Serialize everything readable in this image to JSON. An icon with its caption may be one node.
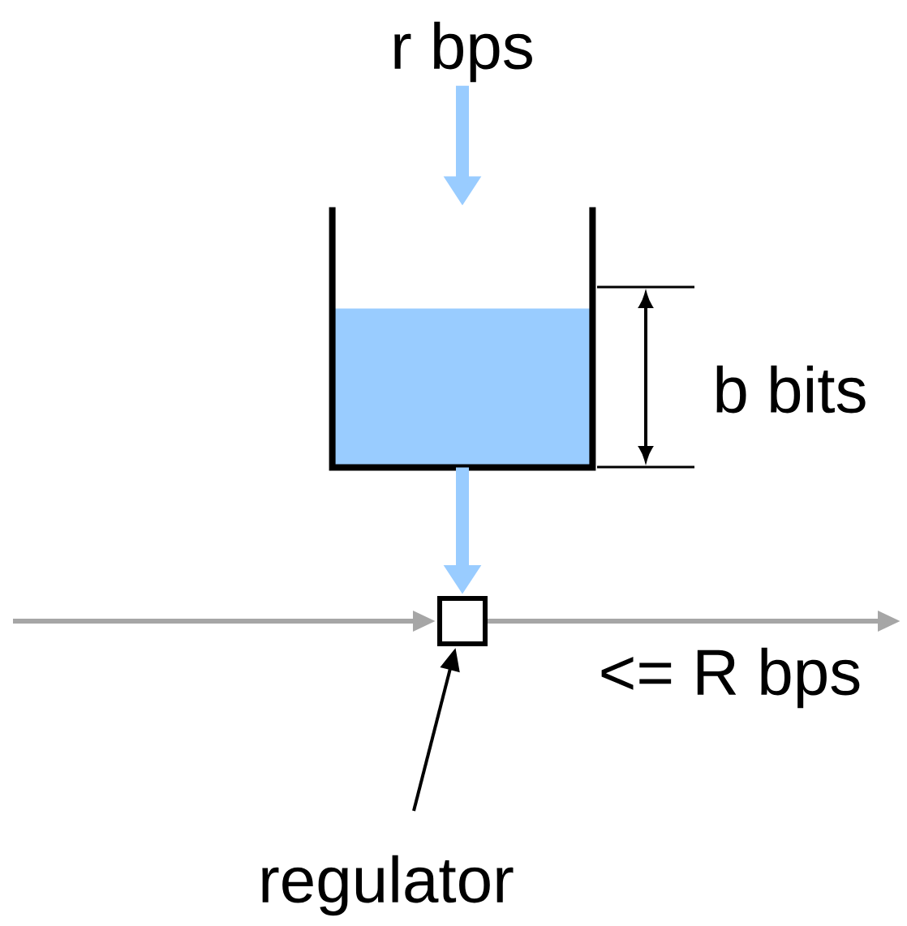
{
  "diagram": {
    "nodes": [
      {
        "text": [
          "r bps"
        ]
      },
      {
        "text": [],
        "shape": "bucket"
      },
      {
        "text": [],
        "shape": "box"
      },
      {
        "text": [
          "regulator"
        ]
      }
    ],
    "edges": [
      {
        "from": 0,
        "to": 1,
        "arrow": "to",
        "style": "thick",
        "color": "#99ccff"
      },
      {
        "from": 1,
        "to": 2,
        "arrow": "to",
        "style": "thick",
        "color": "#99ccff"
      },
      {
        "from": null,
        "to": 2,
        "arrow": "to",
        "color": "#a6a6a6"
      },
      {
        "from": 2,
        "to": null,
        "arrow": "to",
        "color": "#a6a6a6"
      },
      {
        "from": 3,
        "to": 2,
        "arrow": "to",
        "color": "#000000"
      }
    ],
    "labels": [
      "b bits",
      "<= R bps"
    ]
  }
}
